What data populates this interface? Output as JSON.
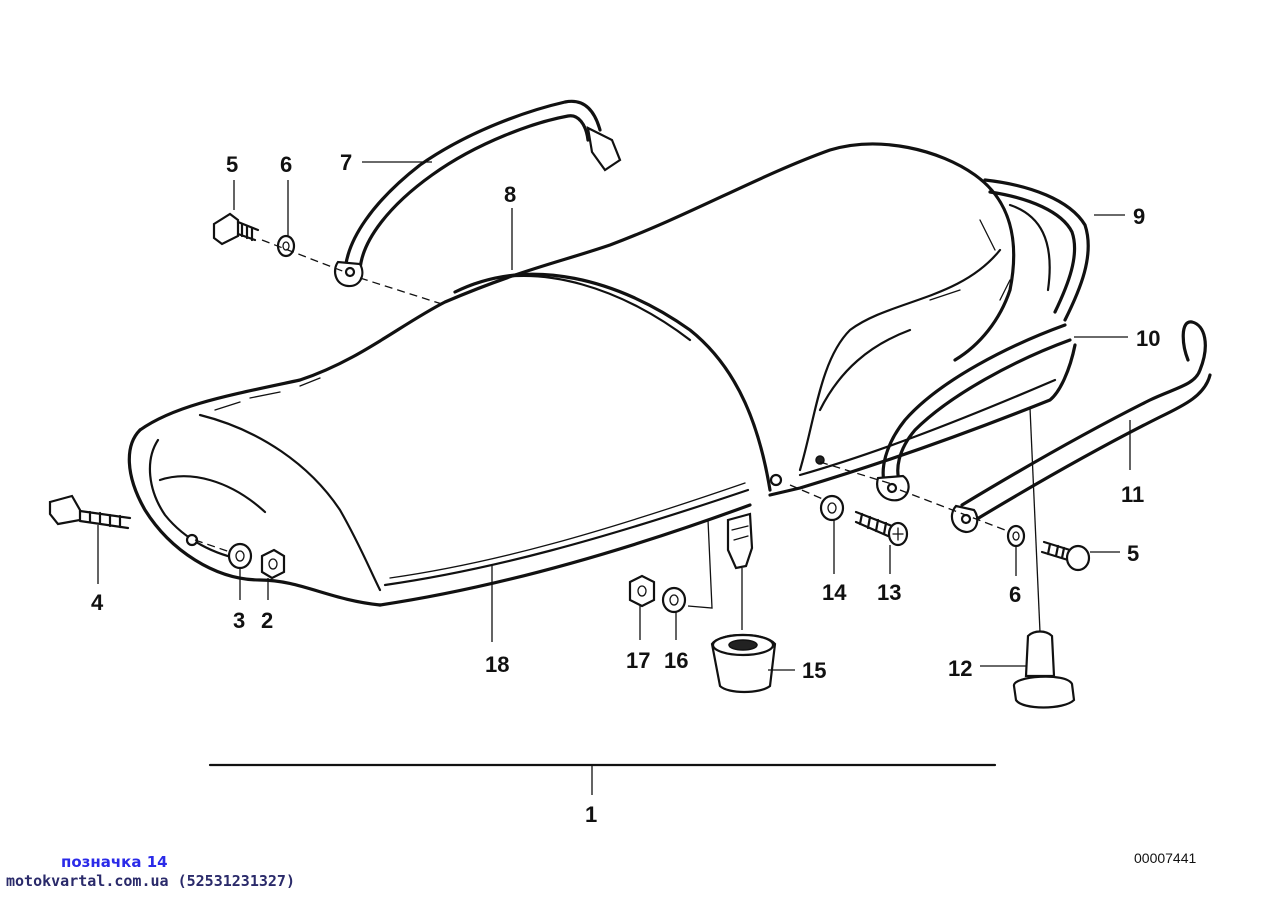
{
  "diagram": {
    "labels": {
      "l1": "1",
      "l2": "2",
      "l3": "3",
      "l4": "4",
      "l5a": "5",
      "l5b": "5",
      "l6a": "6",
      "l6b": "6",
      "l7": "7",
      "l8": "8",
      "l9": "9",
      "l10": "10",
      "l11": "11",
      "l12": "12",
      "l13": "13",
      "l14": "14",
      "l15": "15",
      "l16": "16",
      "l17": "17",
      "l18": "18"
    },
    "drawing_number": "00007441"
  },
  "footer": {
    "caption": "позначка 14",
    "source": "motokvartal.com.ua (52531231327)"
  }
}
